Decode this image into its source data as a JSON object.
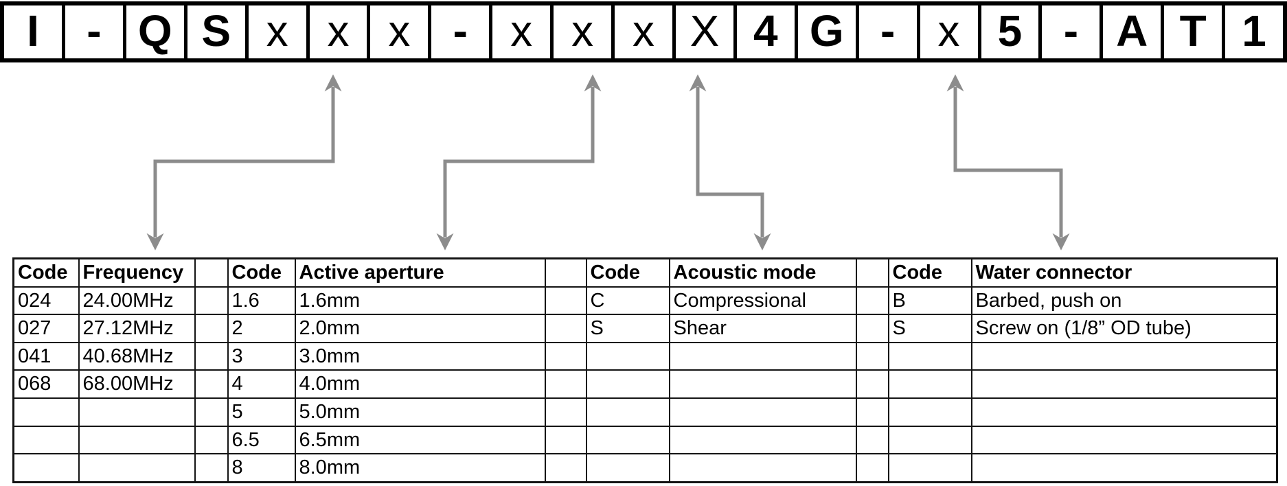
{
  "colors": {
    "arrow": "#8c8c8c",
    "box_border": "#000000",
    "table_border": "#141414",
    "text": "#000000"
  },
  "part_number": {
    "cells": [
      {
        "char": "I",
        "style": "fixed"
      },
      {
        "char": "-",
        "style": "fixed"
      },
      {
        "char": "Q",
        "style": "fixed"
      },
      {
        "char": "S",
        "style": "fixed"
      },
      {
        "char": "x",
        "style": "variable"
      },
      {
        "char": "x",
        "style": "variable"
      },
      {
        "char": "x",
        "style": "variable"
      },
      {
        "char": "-",
        "style": "fixed"
      },
      {
        "char": "x",
        "style": "variable"
      },
      {
        "char": "x",
        "style": "variable"
      },
      {
        "char": "x",
        "style": "variable"
      },
      {
        "char": "X",
        "style": "variable-cap"
      },
      {
        "char": "4",
        "style": "fixed"
      },
      {
        "char": "G",
        "style": "fixed"
      },
      {
        "char": "-",
        "style": "fixed"
      },
      {
        "char": "x",
        "style": "variable"
      },
      {
        "char": "5",
        "style": "fixed"
      },
      {
        "char": "-",
        "style": "fixed"
      },
      {
        "char": "A",
        "style": "fixed"
      },
      {
        "char": "T",
        "style": "fixed"
      },
      {
        "char": "1",
        "style": "fixed"
      }
    ]
  },
  "legend_tables": {
    "headers": [
      "Code",
      "Frequency",
      "",
      "Code",
      "Active aperture",
      "",
      "Code",
      "Acoustic mode",
      "",
      "Code",
      "Water connector"
    ],
    "rows": [
      [
        "024",
        "24.00MHz",
        "",
        "1.6",
        "1.6mm",
        "",
        "C",
        "Compressional",
        "",
        "B",
        "Barbed, push on"
      ],
      [
        "027",
        "27.12MHz",
        "",
        "2",
        "2.0mm",
        "",
        "S",
        "Shear",
        "",
        "S",
        "Screw on (1/8” OD tube)"
      ],
      [
        "041",
        "40.68MHz",
        "",
        "3",
        "3.0mm",
        "",
        "",
        "",
        "",
        "",
        ""
      ],
      [
        "068",
        "68.00MHz",
        "",
        "4",
        "4.0mm",
        "",
        "",
        "",
        "",
        "",
        ""
      ],
      [
        "",
        "",
        "",
        "5",
        "5.0mm",
        "",
        "",
        "",
        "",
        "",
        ""
      ],
      [
        "",
        "",
        "",
        "6.5",
        "6.5mm",
        "",
        "",
        "",
        "",
        "",
        ""
      ],
      [
        "",
        "",
        "",
        "8",
        "8.0mm",
        "",
        "",
        "",
        "",
        "",
        ""
      ]
    ]
  }
}
